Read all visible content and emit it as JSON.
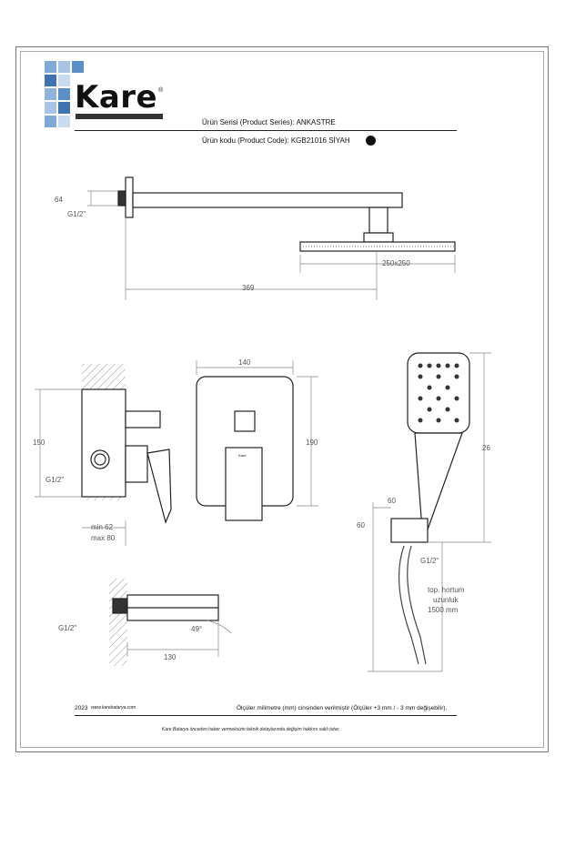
{
  "brand": {
    "name": "Kare",
    "registered": "®",
    "tile_colors": [
      "#5b8fc9",
      "#7ea9d8",
      "#a7c4e6",
      "#3f74b3",
      "#c9dcef",
      "#8fb3dd"
    ]
  },
  "header": {
    "series_line": "Ürün Serisi (Product Series): ANKASTRE",
    "code_line": "Ürün kodu (Product Code): KGB21016  SİYAH",
    "color_swatch": "#111111"
  },
  "dimensions": {
    "head_64": "64",
    "head_g12": "G1/2\"",
    "head_250": "250x250",
    "head_369": "369",
    "valve_150": "150",
    "valve_g12": "G1/2\"",
    "valve_min": "min 62",
    "valve_max": "max 80",
    "plate_140": "140",
    "plate_190": "190",
    "plate_badge": "Kare",
    "hand_26": "26",
    "hand_60_h": "60",
    "hand_60_v": "60",
    "hand_g12": "G1/2\"",
    "hose_l1": "top. hortum",
    "hose_l2": "uzunluk",
    "hose_l3": "1500 mm",
    "spout_g12": "G1/2\"",
    "spout_angle": "49°",
    "spout_130": "130"
  },
  "footer": {
    "year": "2023",
    "website": "www.karebatarya.com",
    "units_note": "Ölçüler milimetre (mm) cinsinden verilmiştir (Ölçüler  +3 mm / - 3 mm değişebilir).",
    "disclaimer": "Kare Batarya önceden haber vermeksizin teknik detaylarında değişim hakkını saklı tutar."
  }
}
